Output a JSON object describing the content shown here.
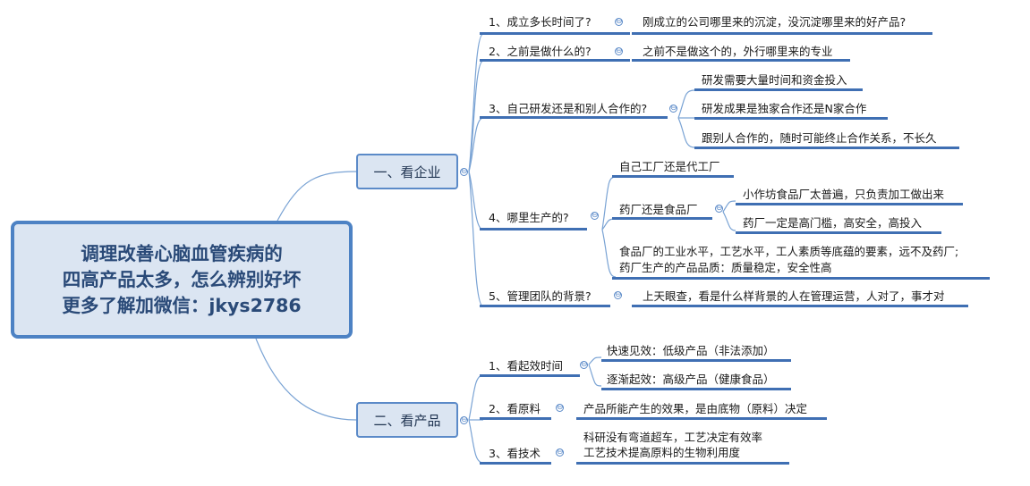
{
  "root": {
    "line1": "调理改善心脑血管疾病的",
    "line2": "四高产品太多，怎么辨别好坏",
    "line3": "更多了解加微信：jkys2786"
  },
  "branch1": {
    "label": "一、看企业",
    "items": [
      {
        "label": "1、成立多长时间了?",
        "child": "刚成立的公司哪里来的沉淀，没沉淀哪里来的好产品?"
      },
      {
        "label": "2、之前是做什么的?",
        "child": "之前不是做这个的，外行哪里来的专业"
      },
      {
        "label": "3、自己研发还是和别人合作的?",
        "children": [
          "研发需要大量时间和资金投入",
          "研发成果是独家合作还是N家合作",
          "跟别人合作的，随时可能终止合作关系，不长久"
        ]
      },
      {
        "label": "4、哪里生产的?",
        "sub1": "自己工厂还是代工厂",
        "sub2": "药厂还是食品厂",
        "sub2_children": [
          "小作坊食品厂太普遍，只负责加工做出来",
          "药厂一定是高门槛，高安全，高投入"
        ],
        "sub3_line1": "食品厂的工业水平，工艺水平，工人素质等底蕴的要素，远不及药厂;",
        "sub3_line2": "药厂生产的产品品质：质量稳定，安全性高"
      },
      {
        "label": "5、管理团队的背景?",
        "child": "上天眼查，看是什么样背景的人在管理运营，人对了，事才对"
      }
    ]
  },
  "branch2": {
    "label": "二、看产品",
    "items": [
      {
        "label": "1、看起效时间",
        "children": [
          "快速见效：低级产品（非法添加）",
          "逐渐起效：高级产品（健康食品）"
        ]
      },
      {
        "label": "2、看原料",
        "child": "产品所能产生的效果，是由底物（原料）决定"
      },
      {
        "label": "3、看技术",
        "child_line1": "科研没有弯道超车，工艺决定有效率",
        "child_line2": "工艺技术提高原料的生物利用度"
      }
    ]
  },
  "collapse_symbol": "⊖"
}
